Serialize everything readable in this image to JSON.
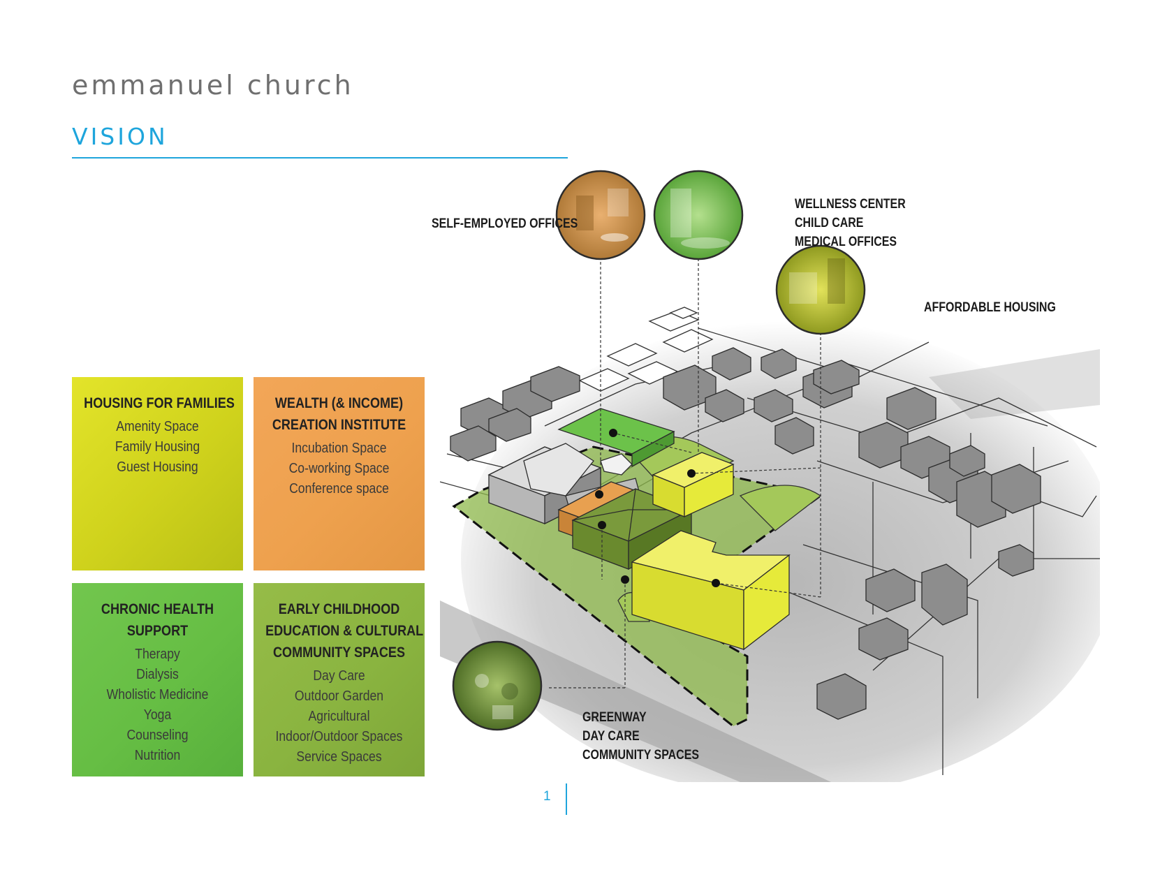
{
  "header": {
    "title": "emmanuel church",
    "subtitle": "VISION"
  },
  "panels": [
    {
      "title_lines": [
        "HOUSING FOR FAMILIES"
      ],
      "items": [
        "Amenity Space",
        "Family Housing",
        "Guest Housing"
      ],
      "color": "#d8dc1e"
    },
    {
      "title_lines": [
        "WEALTH (& INCOME)",
        "CREATION INSTITUTE"
      ],
      "items": [
        "Incubation Space",
        "Co-working Space",
        "Conference space"
      ],
      "color": "#f0a050"
    },
    {
      "title_lines": [
        "CHRONIC HEALTH",
        "SUPPORT"
      ],
      "items": [
        "Therapy",
        "Dialysis",
        "Wholistic Medicine",
        "Yoga",
        "Counseling",
        "Nutrition"
      ],
      "color": "#6cc24a"
    },
    {
      "title_lines": [
        "EARLY CHILDHOOD",
        "EDUCATION & CULTURAL",
        "COMMUNITY SPACES"
      ],
      "items": [
        "Day Care",
        "Outdoor Garden",
        "Agricultural",
        "Indoor/Outdoor Spaces",
        "Service Spaces"
      ],
      "color": "#8fb944"
    }
  ],
  "diagram_labels": {
    "self_employed": [
      "SELF-EMPLOYED OFFICES"
    ],
    "wellness": [
      "WELLNESS CENTER",
      "CHILD CARE",
      "MEDICAL OFFICES"
    ],
    "affordable": [
      "AFFORDABLE HOUSING"
    ],
    "greenway": [
      "GREENWAY",
      "DAY CARE",
      "COMMUNITY SPACES"
    ]
  },
  "footer": {
    "page_number": "1"
  },
  "colors": {
    "accent": "#1ea5dc",
    "housing_yellow": "#e6ea3a",
    "office_orange": "#e8a050",
    "health_green": "#6cc24a",
    "greenway_olive": "#7a9a3c"
  }
}
